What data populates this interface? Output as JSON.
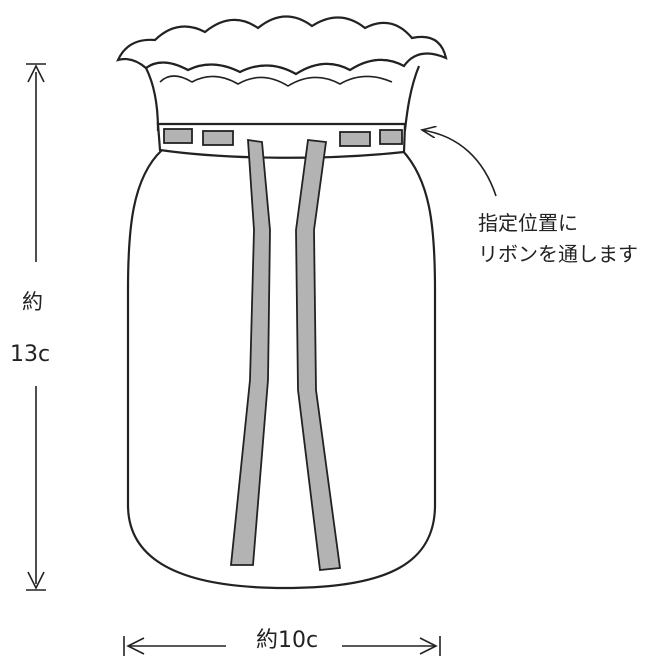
{
  "dimensions": {
    "height_approx": "約",
    "height_value": "13c",
    "width_label": "約10c"
  },
  "note": {
    "line1": "指定位置に",
    "line2": "リボンを通します"
  },
  "colors": {
    "ribbon": "#b3b3b3",
    "outline": "#222222",
    "background": "#ffffff"
  }
}
